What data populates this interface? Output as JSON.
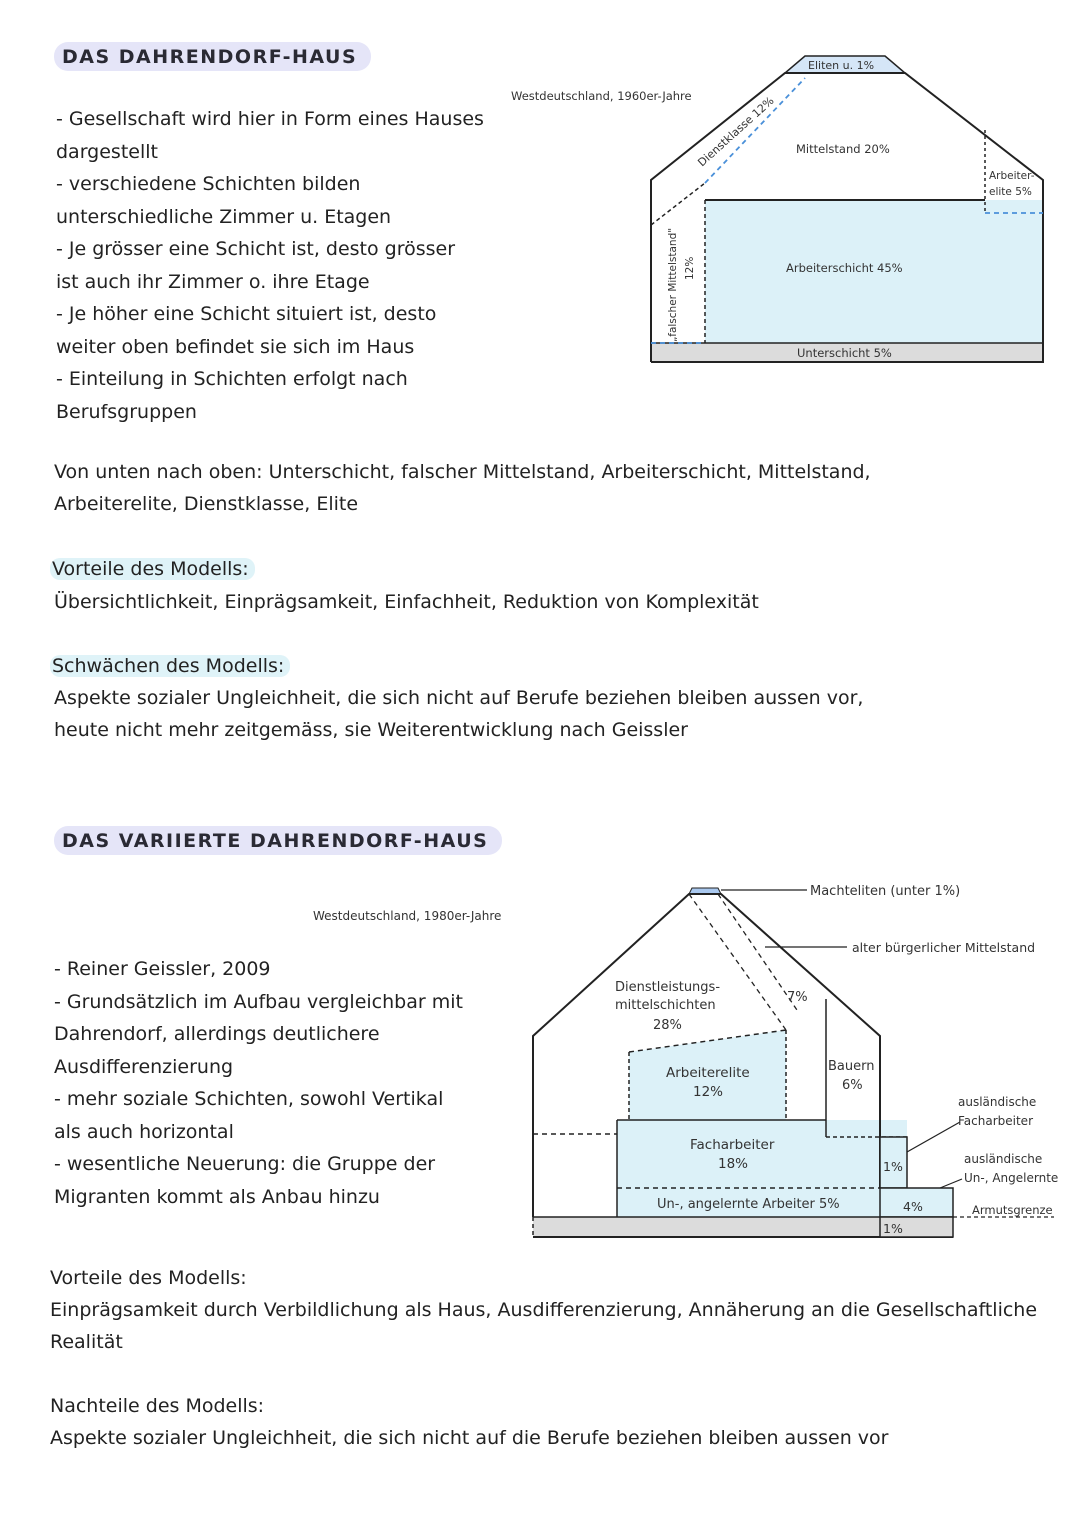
{
  "section1": {
    "heading": "DAS DAHRENDORF-HAUS",
    "bullets": [
      "- Gesellschaft wird hier in Form eines Hauses\ndargestellt",
      "- verschiedene Schichten bilden\nunterschiedliche Zimmer u. Etagen",
      "- Je grösser eine Schicht ist, desto grösser\nist auch ihr Zimmer o. ihre Etage",
      "- Je höher eine Schicht situiert ist, desto\nweiter oben befindet sie sich im Haus",
      "- Einteilung in Schichten erfolgt nach\nBerufsgruppen"
    ],
    "order_text": "Von unten nach oben: Unterschicht, falscher Mittelstand, Arbeiterschicht, Mittelstand,\nArbeiterelite, Dienstklasse, Elite",
    "pros_label": "Vorteile des Modells:",
    "pros_text": "Übersichtlichkeit, Einprägsamkeit, Einfachheit, Reduktion von Komplexität",
    "cons_label": "Schwächen des Modells:",
    "cons_text": "Aspekte sozialer Ungleichheit, die sich nicht auf Berufe beziehen bleiben aussen vor,\nheute nicht mehr zeitgemäss, sie Weiterentwicklung nach Geissler",
    "diagram": {
      "caption": "Westdeutschland, 1960er-Jahre",
      "labels": {
        "eliten": "Eliten u. 1%",
        "dienstklasse": "Dienstklasse 12%",
        "mittelstand": "Mittelstand 20%",
        "arbeiterelite_1": "Arbeiter-",
        "arbeiterelite_2": "elite 5%",
        "arbeiterschicht": "Arbeiterschicht 45%",
        "falscher_1": "„falscher Mittelstand\"",
        "falscher_2": "12%",
        "unterschicht": "Unterschicht 5%"
      }
    }
  },
  "section2": {
    "heading": "DAS VARIIERTE DAHRENDORF-HAUS",
    "bullets": [
      "- Reiner Geissler, 2009",
      "- Grundsätzlich im Aufbau vergleichbar mit\nDahrendorf, allerdings deutlichere\nAusdifferenzierung",
      "- mehr soziale Schichten, sowohl Vertikal\nals auch horizontal",
      "- wesentliche Neuerung: die Gruppe der\nMigranten kommt als Anbau hinzu"
    ],
    "pros_label": "Vorteile des Modells:",
    "pros_text": "Einprägsamkeit durch Verbildlichung als Haus, Ausdifferenzierung, Annäherung an die Gesellschaftliche\nRealität",
    "cons_label": "Nachteile des Modells:",
    "cons_text": "Aspekte sozialer Ungleichheit, die sich nicht auf die Berufe beziehen bleiben aussen vor",
    "diagram": {
      "caption": "Westdeutschland, 1980er-Jahre",
      "labels": {
        "machteliten": "Machteliten (unter 1%)",
        "alter_mittelstand": "alter bürgerlicher Mittelstand",
        "dienstleistung_1": "Dienstleistungs-",
        "dienstleistung_2": "mittelschichten",
        "dienstleistung_3": "28%",
        "sieben": "7%",
        "arbeiterelite_1": "Arbeiterelite",
        "arbeiterelite_2": "12%",
        "bauern_1": "Bauern",
        "bauern_2": "6%",
        "facharbeiter_1": "Facharbeiter",
        "facharbeiter_2": "18%",
        "eins_a": "1%",
        "ungelernte": "Un-, angelernte Arbeiter 5%",
        "vier": "4%",
        "eins_b": "1%",
        "ausl_fach_1": "ausländische",
        "ausl_fach_2": "Facharbeiter",
        "ausl_un_1": "ausländische",
        "ausl_un_2": "Un-, Angelernte",
        "armutsgrenze": "Armutsgrenze"
      }
    }
  },
  "colors": {
    "heading_bg": "#e5e5f8",
    "highlight": "#dff3f8",
    "light_blue": "#dcf1f8",
    "grey": "#dcdcdc",
    "dashed_blue": "#4a90d9"
  }
}
